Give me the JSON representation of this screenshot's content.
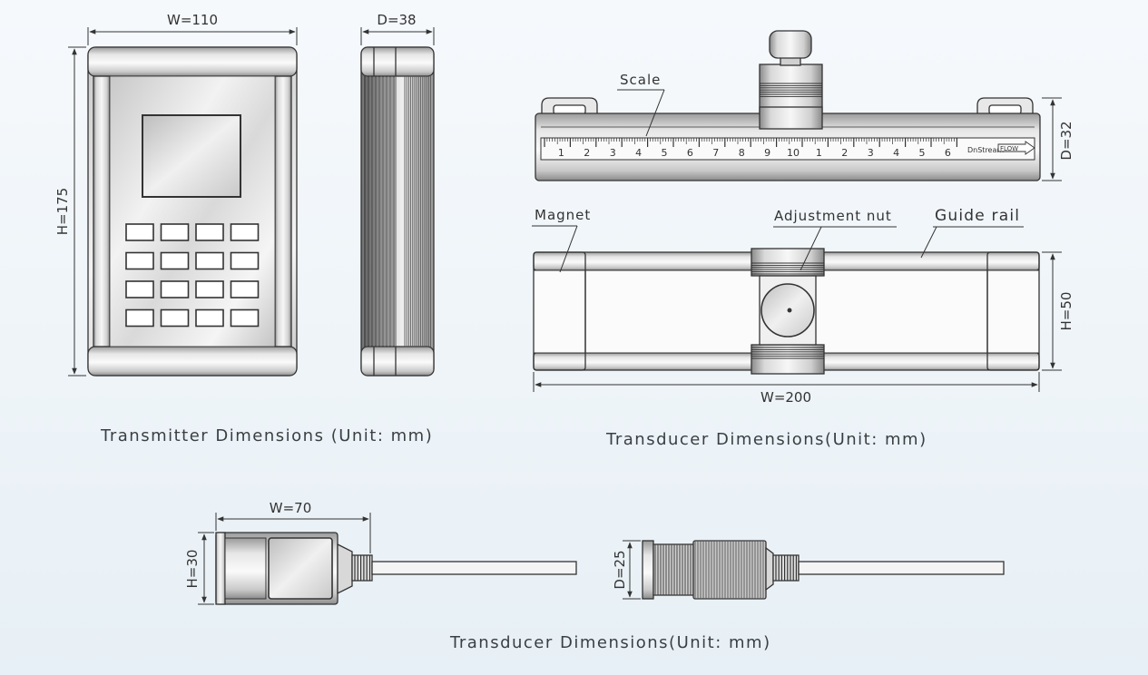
{
  "transmitter": {
    "width_label": "W=110",
    "height_label": "H=175",
    "depth_label": "D=38",
    "caption": "Transmitter Dimensions (Unit: mm)"
  },
  "transducer_rail": {
    "scale_label": "Scale",
    "depth_label": "D=32",
    "magnet_label": "Magnet",
    "adjustment_nut_label": "Adjustment nut",
    "guide_rail_label": "Guide rail",
    "height_label": "H=50",
    "width_label": "W=200",
    "scale_numbers": [
      "1",
      "2",
      "3",
      "4",
      "5",
      "6",
      "7",
      "8",
      "9",
      "10",
      "1",
      "2",
      "3",
      "4",
      "5",
      "6"
    ],
    "brand_text": "DnStream",
    "flow_text": "FLOW",
    "caption": "Transducer Dimensions(Unit: mm)"
  },
  "transducer_probe": {
    "width_label": "W=70",
    "height_label": "H=30",
    "diameter_label": "D=25",
    "caption": "Transducer Dimensions(Unit: mm)"
  },
  "colors": {
    "line": "#3a3a3a",
    "metal_light": "#f2f2f2",
    "metal_mid": "#bdbdbd",
    "metal_dark": "#7c7c7c"
  }
}
